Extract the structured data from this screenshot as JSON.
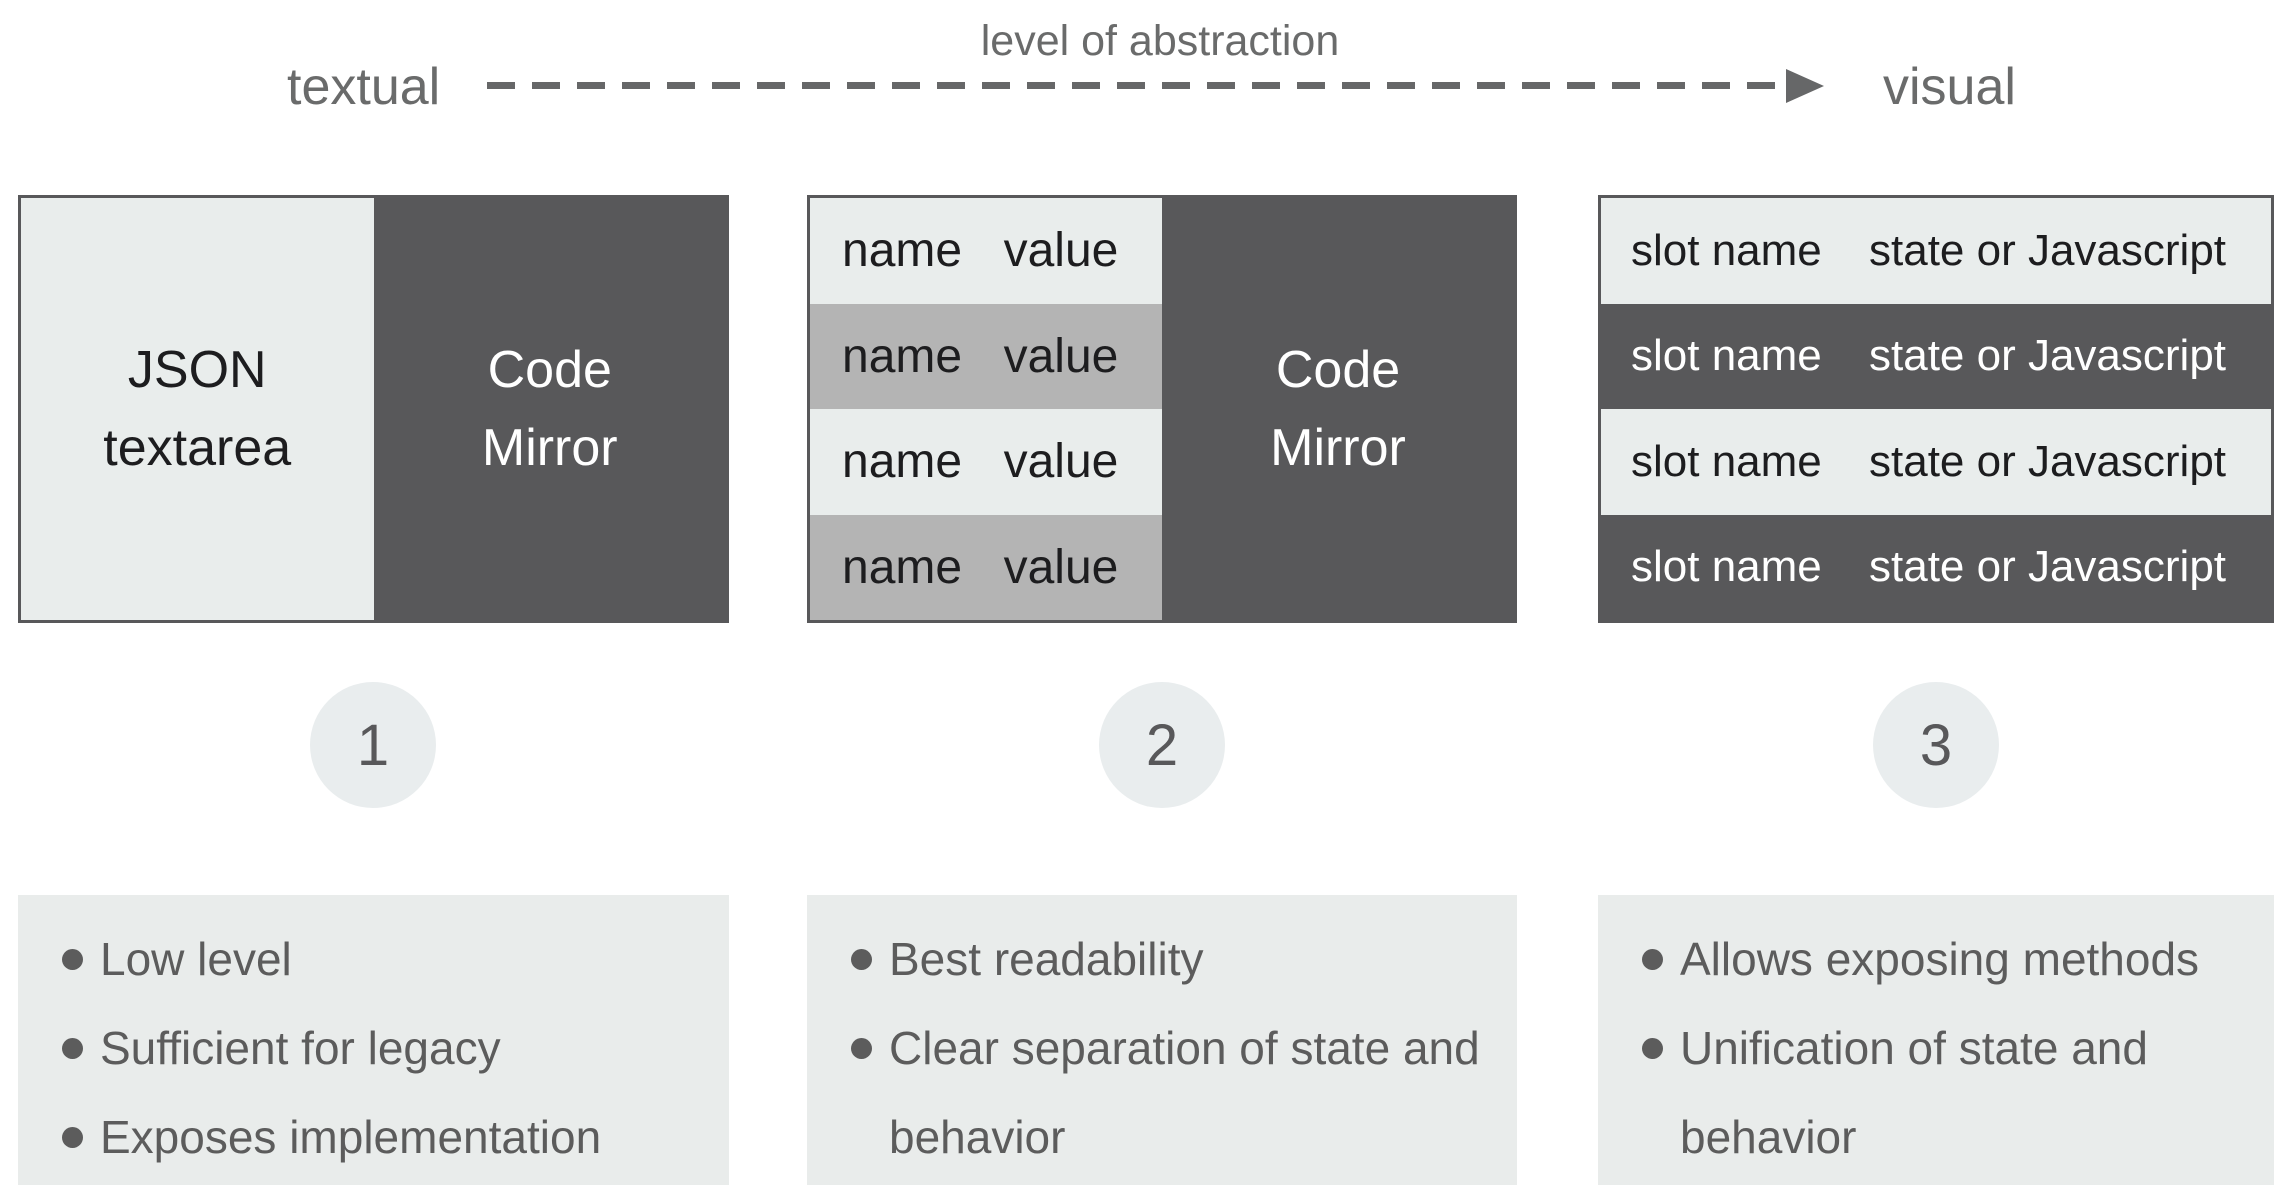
{
  "colors": {
    "light": "#e9edec",
    "mid": "#b4b4b4",
    "dark": "#58585a",
    "panel": "#e9eceb",
    "circle": "#e9edee",
    "ink": "#1d1d1f",
    "grayText": "#5c5c5c",
    "label": "#6a6b6b",
    "arrow": "#666768",
    "white": "#ffffff"
  },
  "axis": {
    "left_label": "textual",
    "title": "level of abstraction",
    "right_label": "visual"
  },
  "boxes": {
    "stage1": {
      "left_lines": [
        "JSON",
        "textarea"
      ],
      "right_lines": [
        "Code",
        "Mirror"
      ]
    },
    "stage2": {
      "rows": [
        {
          "name": "name",
          "value": "value"
        },
        {
          "name": "name",
          "value": "value"
        },
        {
          "name": "name",
          "value": "value"
        },
        {
          "name": "name",
          "value": "value"
        }
      ],
      "right_lines": [
        "Code",
        "Mirror"
      ]
    },
    "stage3": {
      "rows": [
        {
          "slot": "slot name",
          "value": "state or Javascript"
        },
        {
          "slot": "slot name",
          "value": "state or Javascript"
        },
        {
          "slot": "slot name",
          "value": "state or Javascript"
        },
        {
          "slot": "slot name",
          "value": "state or Javascript"
        }
      ]
    }
  },
  "badges": [
    "1",
    "2",
    "3"
  ],
  "panels": [
    {
      "items": [
        "Low level",
        "Sufficient for legacy",
        "Exposes implementation"
      ]
    },
    {
      "items": [
        "Best readability",
        "Clear separation of state and behavior"
      ]
    },
    {
      "items": [
        "Allows exposing methods",
        "Unification of state and behavior"
      ]
    }
  ]
}
